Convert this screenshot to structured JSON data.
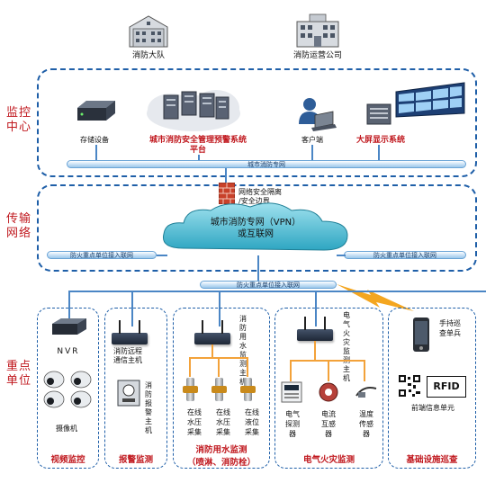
{
  "top": {
    "fire_brigade": "消防大队",
    "fire_ops_company": "消防运营公司"
  },
  "sections": {
    "monitoring": "监控中心",
    "transport": "传输网络",
    "key_units": "重点单位"
  },
  "monitor_center": {
    "storage": "存储设备",
    "platform_line1": "城市消防安全管理预警系统",
    "platform_line2": "平台",
    "client": "客户端",
    "display": "大屏显示系统",
    "bus": "城市消防专网"
  },
  "network": {
    "firewall_line1": "网络安全隔离",
    "firewall_line2": "/安全边界",
    "cloud_line1": "城市消防专网（VPN）",
    "cloud_line2": "或互联网",
    "bus_left": "防火重点单位接入联网",
    "bus_right": "防火重点单位接入联网",
    "bus_units": "防火重点单位接入联网"
  },
  "video": {
    "nvr": "NVR",
    "camera": "摄像机",
    "title": "视频监控"
  },
  "alarm": {
    "host_line1": "消防远程",
    "host_line2": "通信主机",
    "detector": "消防报警主机",
    "title": "报警监测"
  },
  "water": {
    "host": "消防用水监测主机",
    "s1": "在线水压采集",
    "s2": "在线水压采集",
    "s3": "在线液位采集",
    "title_line1": "消防用水监测",
    "title_line2": "（喷淋、消防栓）"
  },
  "electric": {
    "host": "电气火灾监测主机",
    "d1": "电气探测器",
    "d2": "电流互感器",
    "d3": "温度传感器",
    "title": "电气火灾监测"
  },
  "patrol": {
    "handheld": "手持巡查单兵",
    "rfid": "RFID",
    "front_info": "前端信息单元",
    "title": "基础设施巡查"
  },
  "colors": {
    "accent_red": "#c0181e",
    "zone_blue": "#1f5fa8",
    "cloud_teal": "#3fb3c9",
    "wire_orange": "#f3a23a"
  }
}
